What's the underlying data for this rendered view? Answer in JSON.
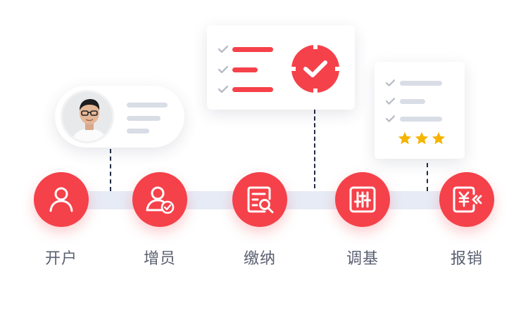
{
  "steps": [
    {
      "label": "开户",
      "icon": "user-icon"
    },
    {
      "label": "增员",
      "icon": "user-check-icon"
    },
    {
      "label": "缴纳",
      "icon": "document-search-icon"
    },
    {
      "label": "调基",
      "icon": "sliders-icon"
    },
    {
      "label": "报销",
      "icon": "yen-rewind-icon"
    }
  ],
  "colors": {
    "accent": "#f5414a",
    "track": "#e7ebf5",
    "label": "#5a6072",
    "placeholder": "#d9dde6",
    "star": "#f5b400"
  },
  "rating_card": {
    "stars": 3
  }
}
